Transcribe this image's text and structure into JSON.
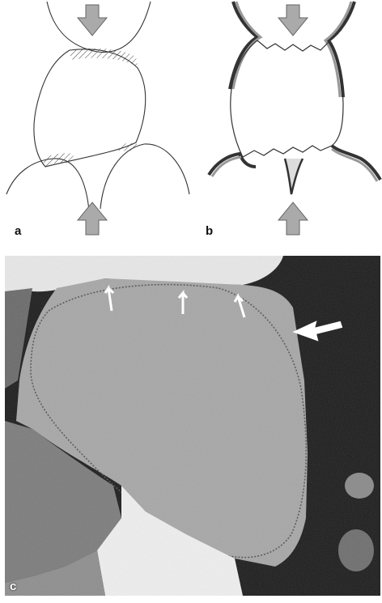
{
  "figure": {
    "panels": [
      {
        "id": "a",
        "label": "a"
      },
      {
        "id": "b",
        "label": "b"
      },
      {
        "id": "c",
        "label": "c"
      }
    ]
  }
}
